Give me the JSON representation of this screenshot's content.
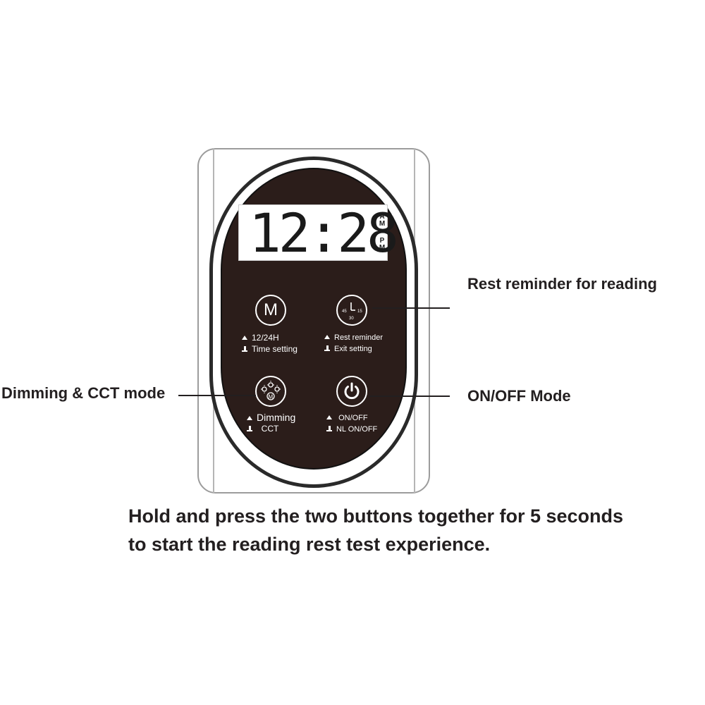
{
  "display": {
    "time": "12:28",
    "am": "AM",
    "pm": "PM"
  },
  "buttons": {
    "mode": {
      "glyph": "M",
      "line1": "12/24H",
      "line2": "Time setting"
    },
    "rest": {
      "dial_45": "45",
      "dial_15": "15",
      "dial_30": "30",
      "line1": "Rest reminder",
      "line2": "Exit setting"
    },
    "dimming": {
      "badge": "M",
      "line1": "Dimming",
      "line2": "CCT"
    },
    "power": {
      "line1": "ON/OFF",
      "line2": "NL ON/OFF"
    }
  },
  "callouts": {
    "rest_reminder": "Rest reminder for reading",
    "dimming": "Dimming & CCT mode",
    "on_off": "ON/OFF Mode"
  },
  "caption": {
    "line1": "Hold and press the two buttons together for 5 seconds",
    "line2": "to start the reading rest test experience."
  },
  "colors": {
    "panel": "#2b1d1a",
    "text": "#231f20",
    "lcd": "#ffffff"
  },
  "icons": {
    "mode": "letter-m-icon",
    "rest": "clock-dial-icon",
    "dimming": "brightness-icon",
    "power": "power-icon",
    "short_press": "short-press-icon",
    "long_press": "long-press-icon"
  }
}
